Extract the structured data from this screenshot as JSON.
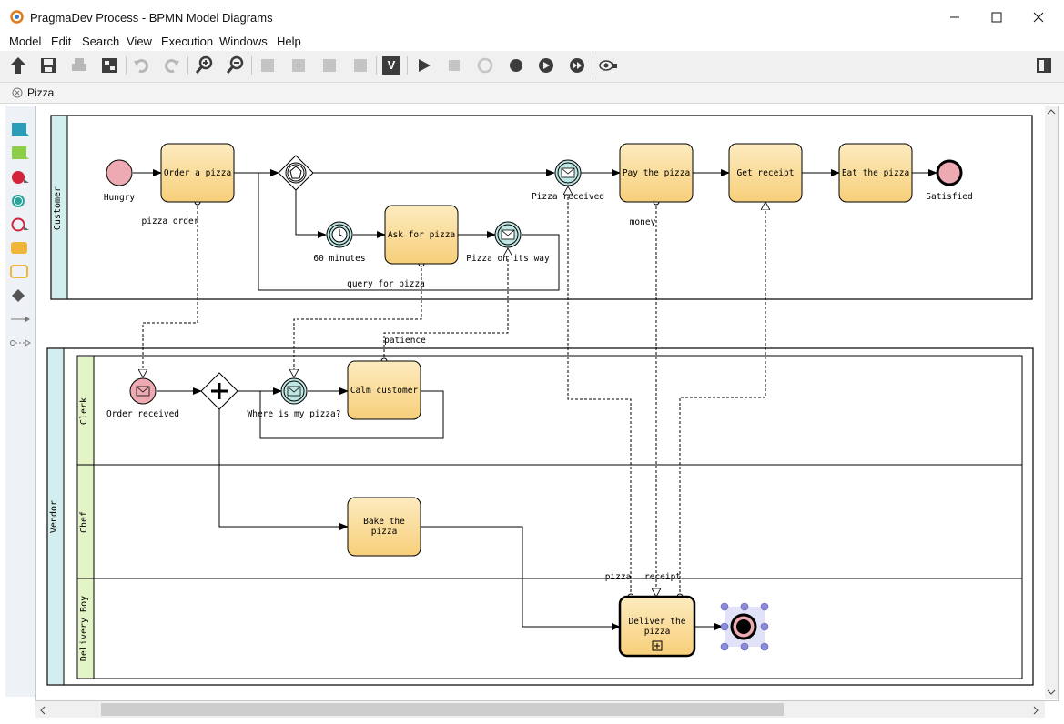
{
  "window": {
    "title": "PragmaDev Process - BPMN Model Diagrams"
  },
  "menu": [
    "Model",
    "Edit",
    "Search",
    "View",
    "Execution",
    "Windows",
    "Help"
  ],
  "tab": {
    "label": "Pizza"
  },
  "toolbar": {
    "check_label": "V"
  },
  "pools": {
    "customer": {
      "label": "Customer"
    },
    "vendor": {
      "label": "Vendor"
    }
  },
  "lanes": {
    "clerk": "Clerk",
    "chef": "Chef",
    "delivery": "Delivery Boy"
  },
  "tasks": {
    "order": "Order a pizza",
    "ask": "Ask for pizza",
    "pay": "Pay the pizza",
    "receipt": "Get receipt",
    "eat": "Eat the pizza",
    "calm": "Calm customer",
    "bake_1": "Bake the",
    "bake_2": "pizza",
    "deliver_1": "Deliver the",
    "deliver_2": "pizza"
  },
  "events": {
    "hungry": "Hungry",
    "satisfied": "Satisfied",
    "timer": "60 minutes",
    "received": "Pizza received",
    "on_way": "Pizza on its way",
    "order_received": "Order received",
    "where": "Where is my pizza?"
  },
  "messages": {
    "order": "pizza order",
    "query": "query for pizza",
    "money": "money",
    "patience": "patience",
    "pizza": "pizza",
    "receipt": "receipt"
  },
  "colors": {
    "task_fill": "#f9d98e",
    "start_event": "#eeaab2",
    "message_event": "#bfe6e3",
    "pool_header": "#d3eeee",
    "lane_header": "#e3f5c6",
    "accent": "#3a4c8c"
  }
}
